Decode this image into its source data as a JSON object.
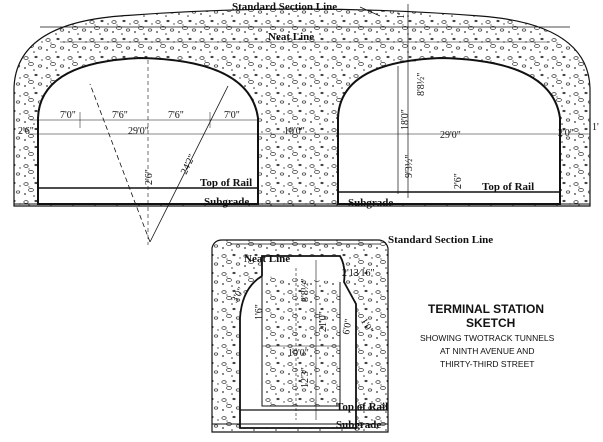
{
  "labels": {
    "standard_section_line": "Standard Section Line",
    "neat_line": "Neat Line",
    "top_of_rail": "Top of Rail",
    "subgrade": "Subgrade"
  },
  "dimensions": {
    "top_1": "1'",
    "side_1": "1'",
    "left_2_6": "2'6\"",
    "seg_7_0_a": "7'0\"",
    "seg_7_6_a": "7'6\"",
    "seg_7_6_b": "7'6\"",
    "seg_7_0_b": "7'0\"",
    "span_29_left": "29'0\"",
    "span_29_right": "29'0\"",
    "pier_10": "10'0\"",
    "radius_24_2": "24'2\"",
    "right_2_0": "2'0\"",
    "left_rail_2_6": "2'6\"",
    "right_rail_2_6": "2'6\"",
    "h_8_8": "8'8½\"",
    "h_18_0": "18'0\"",
    "h_9_3": "9'3½\"",
    "s_2_13": "2'13⁄16\"",
    "s_3_0": "3'0\"",
    "s_1_6": "1'6\"",
    "s_10": "10'0\"",
    "s_6_0": "6'0\"",
    "s_1_0": "1'0\"",
    "s_8_8": "8'8½\"",
    "s_21": "21'0\"",
    "s_12": "12'3\""
  },
  "title": {
    "line1": "TERMINAL STATION",
    "line2": "SKETCH",
    "line3": "SHOWING TWOTRACK TUNNELS",
    "line4": "AT NINTH AVENUE AND",
    "line5": "THIRTY-THIRD STREET"
  }
}
